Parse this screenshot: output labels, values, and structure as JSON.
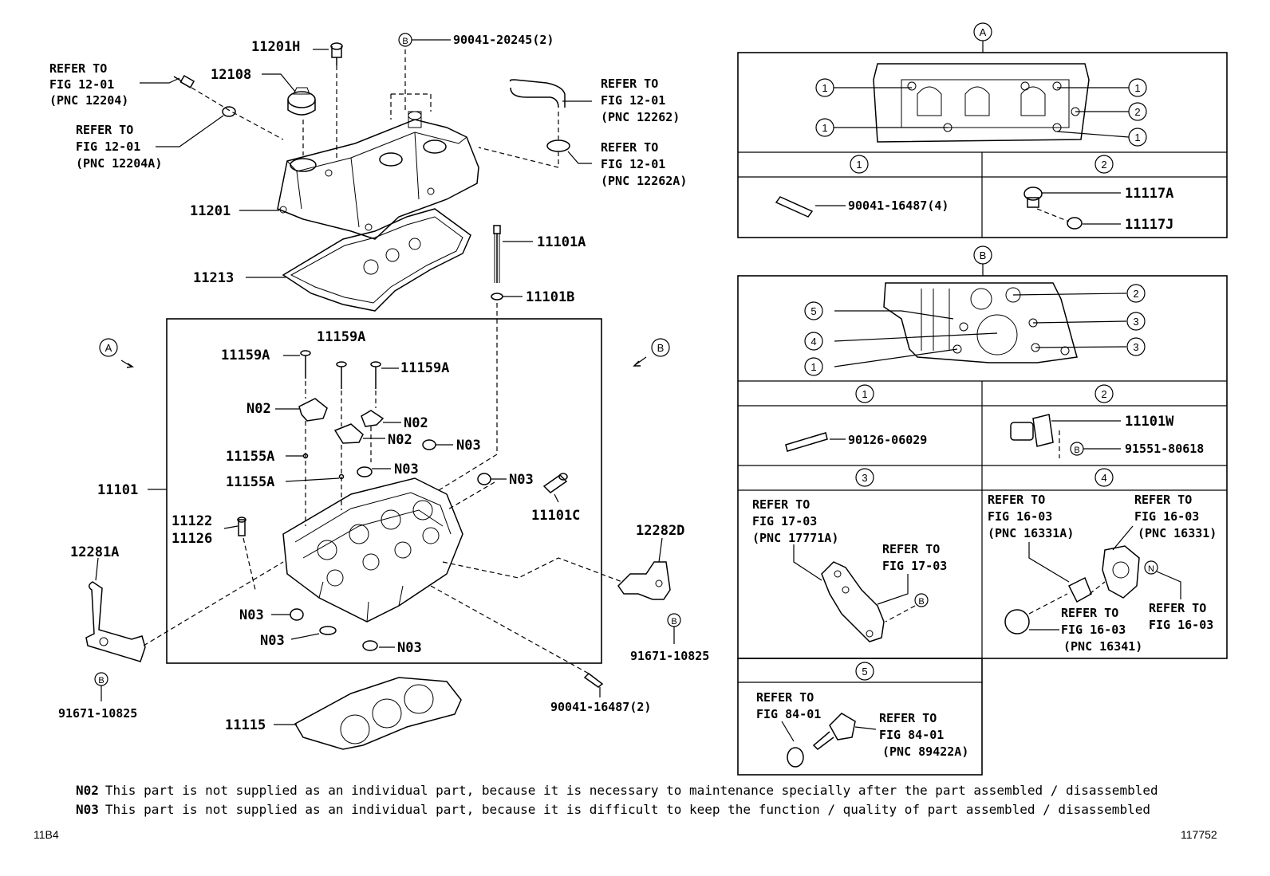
{
  "labels": {
    "l_11201H": "11201H",
    "l_90041_20245": "90041-20245(2)",
    "l_12108": "12108",
    "l_refer_12204_1": "REFER TO",
    "l_refer_12204_2": "FIG 12-01",
    "l_refer_12204_3": "(PNC 12204)",
    "l_refer_12204A_1": "REFER TO",
    "l_refer_12204A_2": "FIG 12-01",
    "l_refer_12204A_3": "(PNC 12204A)",
    "l_refer_12262_1": "REFER TO",
    "l_refer_12262_2": "FIG 12-01",
    "l_refer_12262_3": "(PNC 12262)",
    "l_refer_12262A_1": "REFER TO",
    "l_refer_12262A_2": "FIG 12-01",
    "l_refer_12262A_3": "(PNC 12262A)",
    "l_11201": "11201",
    "l_11213": "11213",
    "l_11101A": "11101A",
    "l_11101B": "11101B",
    "l_11159A_1": "11159A",
    "l_11159A_2": "11159A",
    "l_11159A_3": "11159A",
    "l_N02_1": "N02",
    "l_N02_2": "N02",
    "l_N02_3": "N02",
    "l_N03_1": "N03",
    "l_N03_2": "N03",
    "l_N03_3": "N03",
    "l_N03_4": "N03",
    "l_N03_5": "N03",
    "l_N03_6": "N03",
    "l_11155A_1": "11155A",
    "l_11155A_2": "11155A",
    "l_11101": "11101",
    "l_11122": "11122",
    "l_11126": "11126",
    "l_11101C": "11101C",
    "l_12281A": "12281A",
    "l_12282D": "12282D",
    "l_91671_left": "91671-10825",
    "l_91671_right": "91671-10825",
    "l_90041_16487_2": "90041-16487(2)",
    "l_11115": "11115",
    "l_A_view": "A",
    "l_B_view": "B",
    "l_A_top": "A",
    "l_B_top": "B",
    "l_90041_16487_4": "90041-16487(4)",
    "l_11117A": "11117A",
    "l_11117J": "11117J",
    "l_90126_06029": "90126-06029",
    "l_11101W": "11101W",
    "l_91551_80618": "91551-80618",
    "l_B3_r1": "REFER TO",
    "l_B3_r2": "FIG 17-03",
    "l_B3_r3": "(PNC 17771A)",
    "l_B3_r4": "REFER TO",
    "l_B3_r5": "FIG 17-03",
    "l_B4_r1": "REFER TO",
    "l_B4_r2": "FIG 16-03",
    "l_B4_r3": "(PNC 16331A)",
    "l_B4_r4": "REFER TO",
    "l_B4_r5": "FIG 16-03",
    "l_B4_r6": "(PNC 16331)",
    "l_B4_r7": "REFER TO",
    "l_B4_r8": "FIG 16-03",
    "l_B4_r9": "(PNC 16341)",
    "l_B4_r10": "REFER TO",
    "l_B4_r11": "FIG 16-03",
    "l_B5_r1": "REFER TO",
    "l_B5_r2": "FIG 84-01",
    "l_B5_r3": "REFER TO",
    "l_B5_r4": "FIG 84-01",
    "l_B5_r5": "(PNC 89422A)",
    "c1": "1",
    "c2": "2",
    "c3": "3",
    "c4": "4",
    "c5": "5",
    "cB": "B",
    "cN": "N"
  },
  "notes": [
    {
      "code": "N02",
      "text": "This part is not supplied as an individual part, because it is necessary to maintenance specially after the part assembled / disassembled"
    },
    {
      "code": "N03",
      "text": "This part is not supplied as an individual part, because it is difficult to keep the function / quality of part assembled / disassembled"
    }
  ],
  "footer": {
    "left": "11B4",
    "right": "117752"
  }
}
